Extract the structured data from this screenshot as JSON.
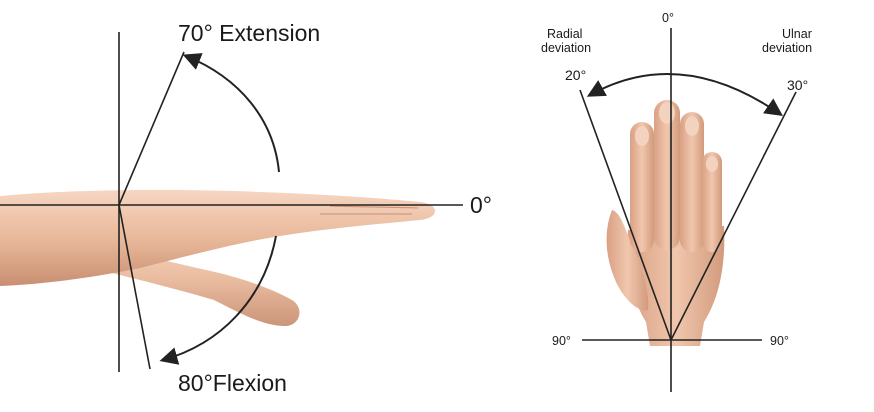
{
  "left_panel": {
    "extension_label": "70° Extension",
    "flexion_label": "80°Flexion",
    "neutral_label": "0°"
  },
  "right_panel": {
    "top_label": "0°",
    "radial_label_line1": "Radial",
    "radial_label_line2": "deviation",
    "ulnar_label_line1": "Ulnar",
    "ulnar_label_line2": "deviation",
    "radial_angle_label": "20°",
    "ulnar_angle_label": "30°",
    "left_90_label": "90°",
    "right_90_label": "90°"
  },
  "colors": {
    "line": "#222222",
    "skin": "#e9b99b",
    "skin_shadow": "#c98f72",
    "skin_highlight": "#f6d6c2"
  }
}
